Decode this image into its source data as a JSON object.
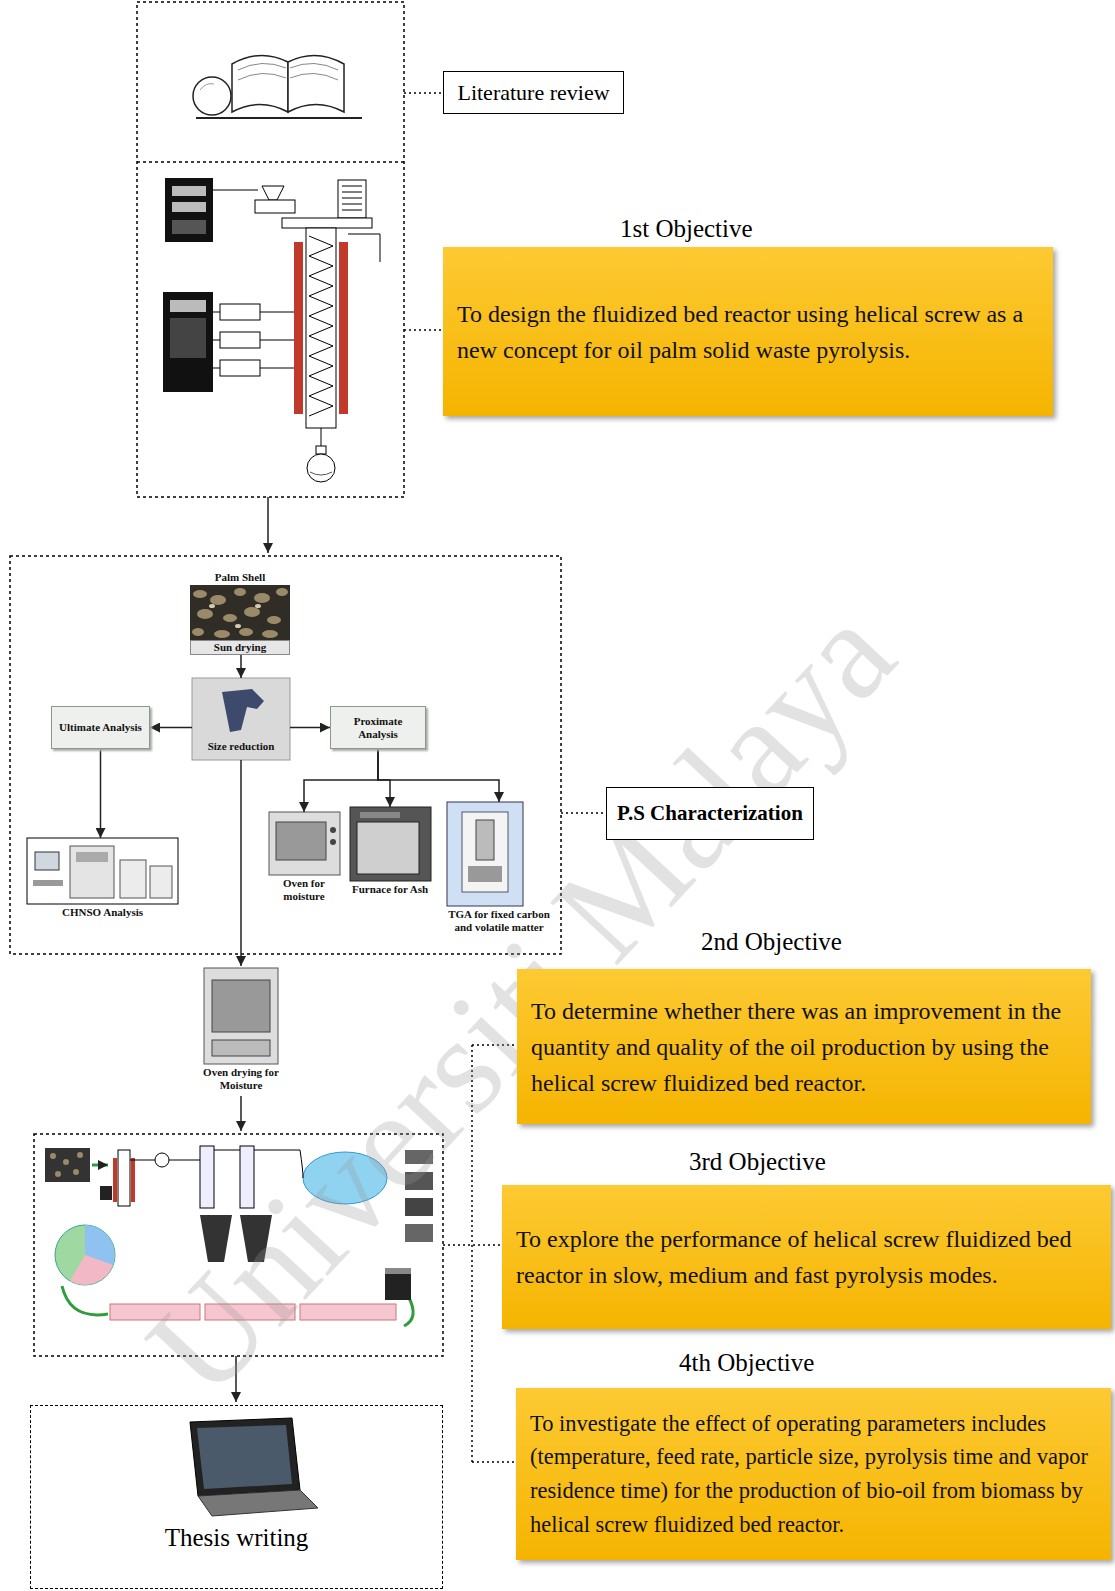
{
  "diagram": {
    "nodes": [
      {
        "text": [
          "Literature review"
        ]
      },
      {
        "text": [
          "1st Objective",
          "To design the fluidized bed reactor using helical screw as a new concept for oil palm solid waste pyrolysis."
        ]
      },
      {
        "text": [
          "Palm Shell",
          "Sun drying"
        ]
      },
      {
        "text": [
          "Ultimate Analysis"
        ]
      },
      {
        "text": [
          "Size reduction"
        ]
      },
      {
        "text": [
          "Proximate Analysis"
        ]
      },
      {
        "text": [
          "P.S Characterization"
        ]
      },
      {
        "text": [
          "CHNSO Analysis"
        ]
      },
      {
        "text": [
          "Oven for moisture"
        ]
      },
      {
        "text": [
          "Furnace for Ash"
        ]
      },
      {
        "text": [
          "TGA for fixed carbon and volatile matter"
        ]
      },
      {
        "text": [
          "2nd Objective",
          "To determine whether there was an improvement in the quantity and quality of the oil production by using the helical screw fluidized bed reactor."
        ]
      },
      {
        "text": [
          "Oven drying for Moisture"
        ]
      },
      {
        "text": [
          "3rd Objective",
          "To explore the performance of helical screw fluidized bed reactor in slow, medium and fast pyrolysis modes."
        ]
      },
      {
        "text": [
          "4th Objective",
          "To investigate the effect of operating parameters includes (temperature, feed rate, particle size, pyrolysis time and vapor residence time) for the production of bio-oil from biomass by helical screw fluidized bed reactor."
        ]
      },
      {
        "text": [
          "Thesis writing"
        ]
      }
    ],
    "edges": [
      {
        "from": 2,
        "to": 4,
        "arrow": "to"
      },
      {
        "from": 4,
        "to": 3,
        "arrow": "to"
      },
      {
        "from": 4,
        "to": 5,
        "arrow": "to"
      },
      {
        "from": 3,
        "to": 7,
        "arrow": "to"
      },
      {
        "from": 5,
        "to": 8,
        "arrow": "to"
      },
      {
        "from": 5,
        "to": 9,
        "arrow": "to"
      },
      {
        "from": 5,
        "to": 10,
        "arrow": "to"
      },
      {
        "from": 4,
        "to": 12,
        "arrow": "to"
      }
    ],
    "labels": [
      "Universiti Malaya"
    ]
  }
}
